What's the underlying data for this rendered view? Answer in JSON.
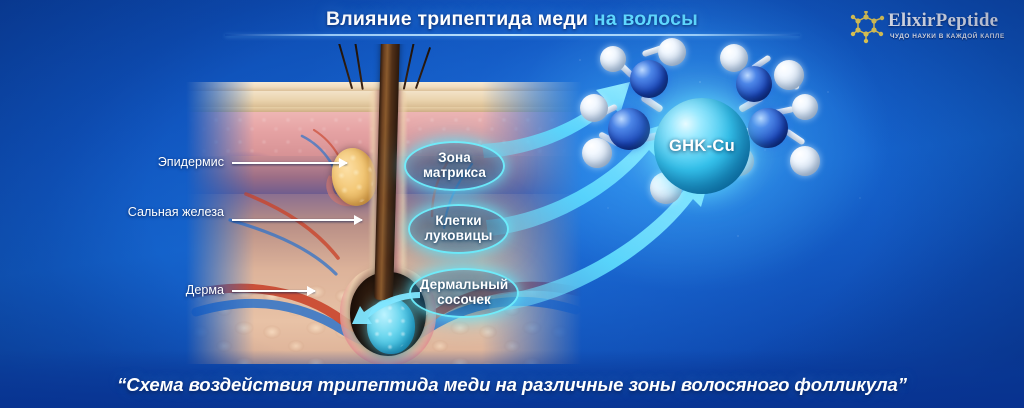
{
  "header": {
    "title_main": "Влияние трипептида меди ",
    "title_accent": "на волосы"
  },
  "logo": {
    "name": "ElixirPeptide",
    "tagline": "ЧУДО НАУКИ В КАЖДОЙ КАПЛЕ",
    "mark_color": "#f5d14a"
  },
  "skin_labels": [
    {
      "text": "Эпидермис"
    },
    {
      "text": "Сальная железа"
    },
    {
      "text": "Дерма"
    }
  ],
  "callouts": [
    {
      "line1": "Зона",
      "line2": "матрикса"
    },
    {
      "line1": "Клетки",
      "line2": "луковицы"
    },
    {
      "line1": "Дермальный",
      "line2": "сосочек"
    }
  ],
  "molecule": {
    "label": "GHK-Cu",
    "core_color": "#36c4ee",
    "nitrogen_color": "#1c46b8",
    "hydrogen_color": "#f2f8ff"
  },
  "caption": {
    "text": "“Схема воздействия трипептида меди на различные зоны волосяного фолликула”"
  },
  "theme": {
    "background_blue": "#1260c8",
    "accent_cyan": "#5fd8ff",
    "arrow_cyan": "#5fe6ff"
  }
}
